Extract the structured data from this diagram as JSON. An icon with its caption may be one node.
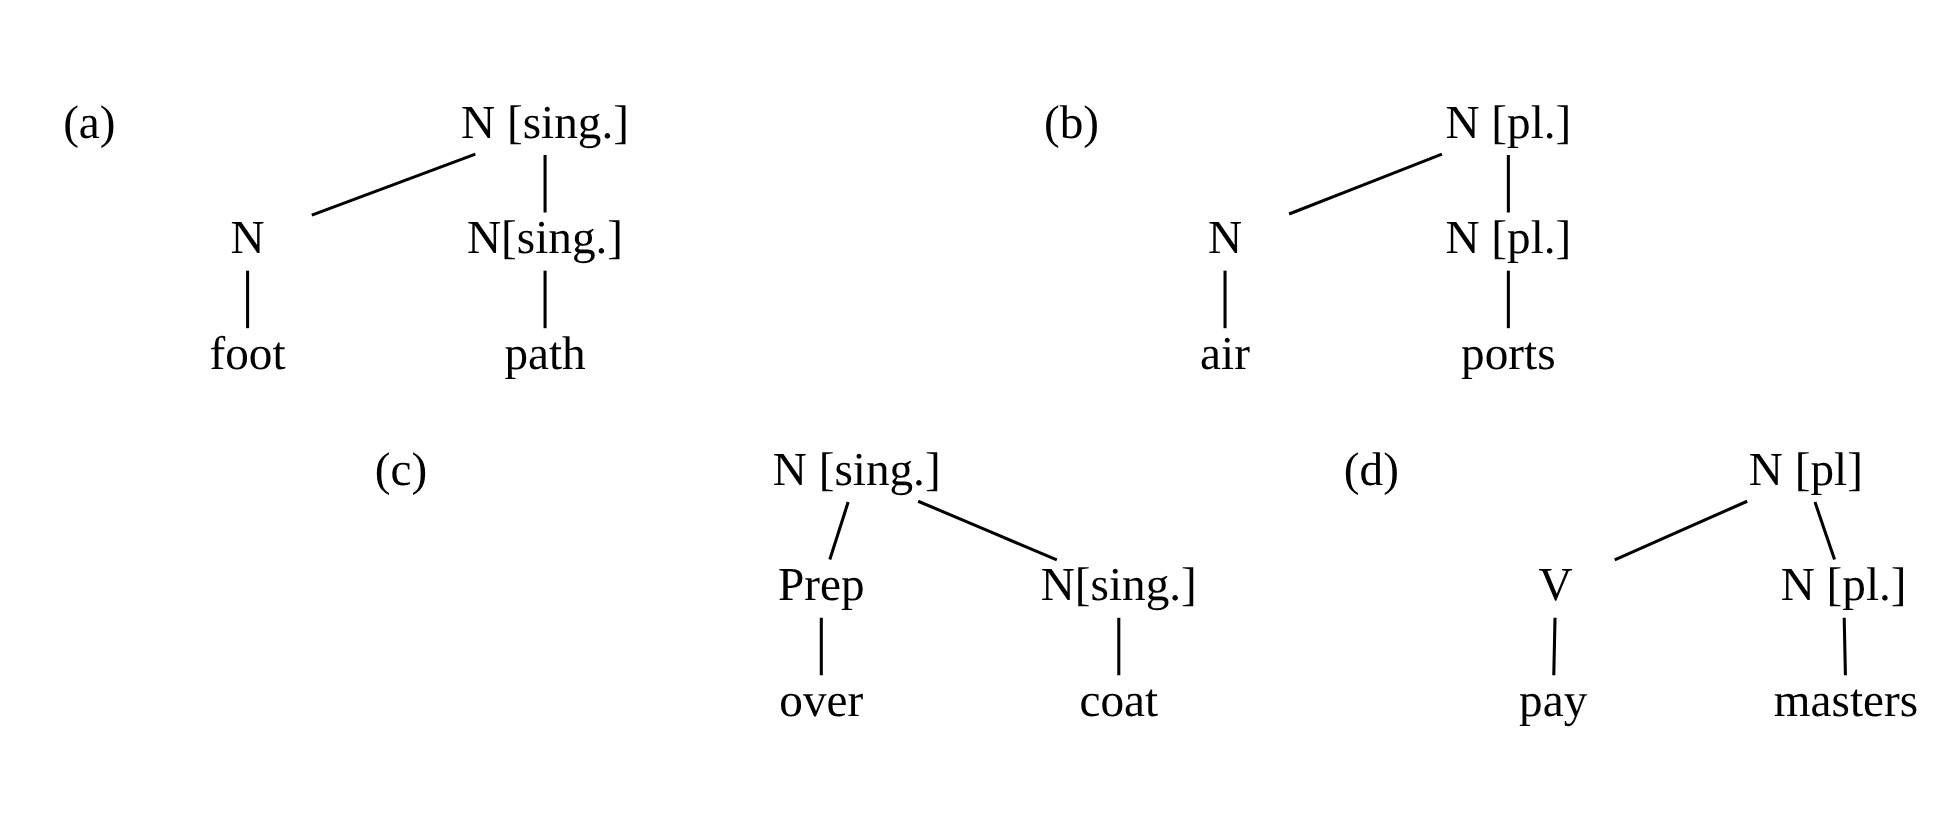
{
  "diagram": {
    "nodes": [
      {
        "text": [
          "N [sing.]"
        ]
      },
      {
        "text": [
          "N"
        ]
      },
      {
        "text": [
          "N[sing.]"
        ]
      },
      {
        "text": [
          "foot"
        ]
      },
      {
        "text": [
          "path"
        ]
      },
      {
        "text": [
          "N [pl.]"
        ]
      },
      {
        "text": [
          "N"
        ]
      },
      {
        "text": [
          "N [pl.]"
        ]
      },
      {
        "text": [
          "air"
        ]
      },
      {
        "text": [
          "ports"
        ]
      },
      {
        "text": [
          "N [sing.]"
        ]
      },
      {
        "text": [
          "Prep"
        ]
      },
      {
        "text": [
          "N[sing.]"
        ]
      },
      {
        "text": [
          "over"
        ]
      },
      {
        "text": [
          "coat"
        ]
      },
      {
        "text": [
          "N [pl]"
        ]
      },
      {
        "text": [
          "V"
        ]
      },
      {
        "text": [
          "N [pl.]"
        ]
      },
      {
        "text": [
          "pay"
        ]
      },
      {
        "text": [
          "masters"
        ]
      }
    ],
    "edges": [
      {
        "from": 0,
        "to": 1,
        "arrow": "none"
      },
      {
        "from": 0,
        "to": 2,
        "arrow": "none"
      },
      {
        "from": 1,
        "to": 3,
        "arrow": "none"
      },
      {
        "from": 2,
        "to": 4,
        "arrow": "none"
      },
      {
        "from": 5,
        "to": 6,
        "arrow": "none"
      },
      {
        "from": 5,
        "to": 7,
        "arrow": "none"
      },
      {
        "from": 6,
        "to": 8,
        "arrow": "none"
      },
      {
        "from": 7,
        "to": 9,
        "arrow": "none"
      },
      {
        "from": 10,
        "to": 11,
        "arrow": "none"
      },
      {
        "from": 10,
        "to": 12,
        "arrow": "none"
      },
      {
        "from": 11,
        "to": 13,
        "arrow": "none"
      },
      {
        "from": 12,
        "to": 14,
        "arrow": "none"
      },
      {
        "from": 15,
        "to": 16,
        "arrow": "none"
      },
      {
        "from": 15,
        "to": 17,
        "arrow": "none"
      },
      {
        "from": 16,
        "to": 18,
        "arrow": "none"
      },
      {
        "from": 17,
        "to": 19,
        "arrow": "none"
      }
    ],
    "labels": [
      "(a)",
      "(b)",
      "(c)",
      "(d)"
    ]
  }
}
